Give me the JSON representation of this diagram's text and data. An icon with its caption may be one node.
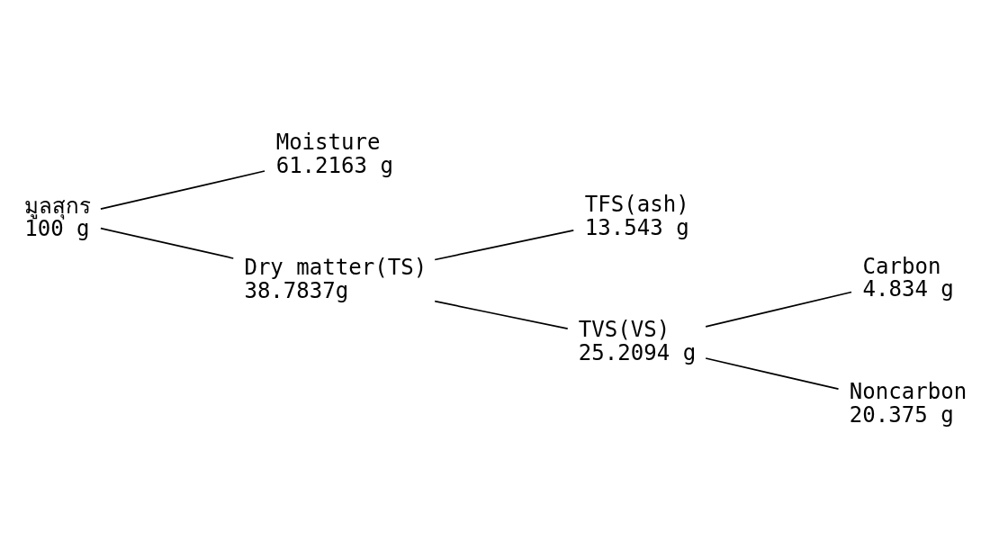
{
  "diagram": {
    "nodes": [
      {
        "text": [
          "มูลสุกร",
          "100 g"
        ]
      },
      {
        "text": [
          "Moisture",
          "61.2163 g"
        ]
      },
      {
        "text": [
          "Dry matter(TS)",
          "38.7837g"
        ]
      },
      {
        "text": [
          "TFS(ash)",
          "13.543 g"
        ]
      },
      {
        "text": [
          "TVS(VS)",
          "25.2094 g"
        ]
      },
      {
        "text": [
          "Carbon",
          "4.834 g"
        ]
      },
      {
        "text": [
          "Noncarbon",
          "20.375 g"
        ]
      }
    ],
    "edges": [
      {
        "from": 0,
        "to": 1,
        "arrow": "none"
      },
      {
        "from": 0,
        "to": 2,
        "arrow": "none"
      },
      {
        "from": 2,
        "to": 3,
        "arrow": "none"
      },
      {
        "from": 2,
        "to": 4,
        "arrow": "none"
      },
      {
        "from": 4,
        "to": 5,
        "arrow": "none"
      },
      {
        "from": 4,
        "to": 6,
        "arrow": "none"
      }
    ]
  }
}
